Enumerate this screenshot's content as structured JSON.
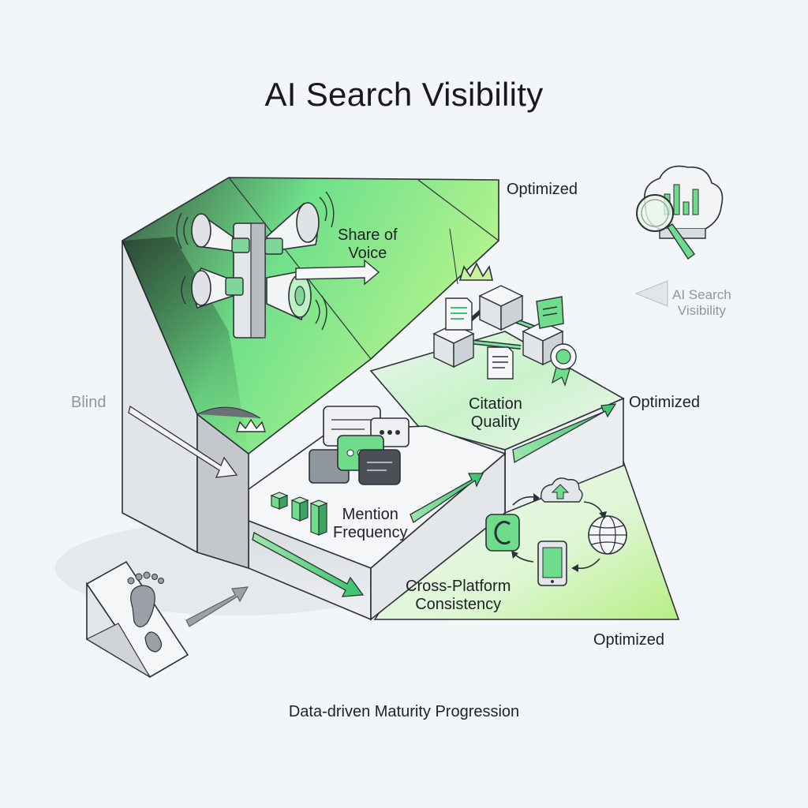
{
  "title": "AI Search Visibility",
  "start_label": "Blind",
  "levels": {
    "share_of_voice": "Share of\nVoice",
    "citation_quality": "Citation\nQuality",
    "mention_frequency": "Mention\nFrequency",
    "cross_platform_consistency": "Cross-Platform\nConsistency"
  },
  "optimized_labels": [
    "Optimized",
    "Optimized",
    "Optimized"
  ],
  "emblem_caption": "AI Search\nVisibility",
  "footer": "Data-driven Maturity Progression",
  "colors": {
    "accent_green": "#5ee07a",
    "light_green": "#b9f49a",
    "outline": "#2c3136",
    "background": "#f3f6f9"
  },
  "icons": [
    "megaphone-icon",
    "crown-icon",
    "document-icon",
    "award-badge-icon",
    "chat-bubble-icon",
    "bar-chart-icon",
    "cloud-upload-icon",
    "globe-icon",
    "tablet-icon",
    "copyright-icon",
    "footprint-icon",
    "magnifier-icon",
    "cloud-icon"
  ]
}
